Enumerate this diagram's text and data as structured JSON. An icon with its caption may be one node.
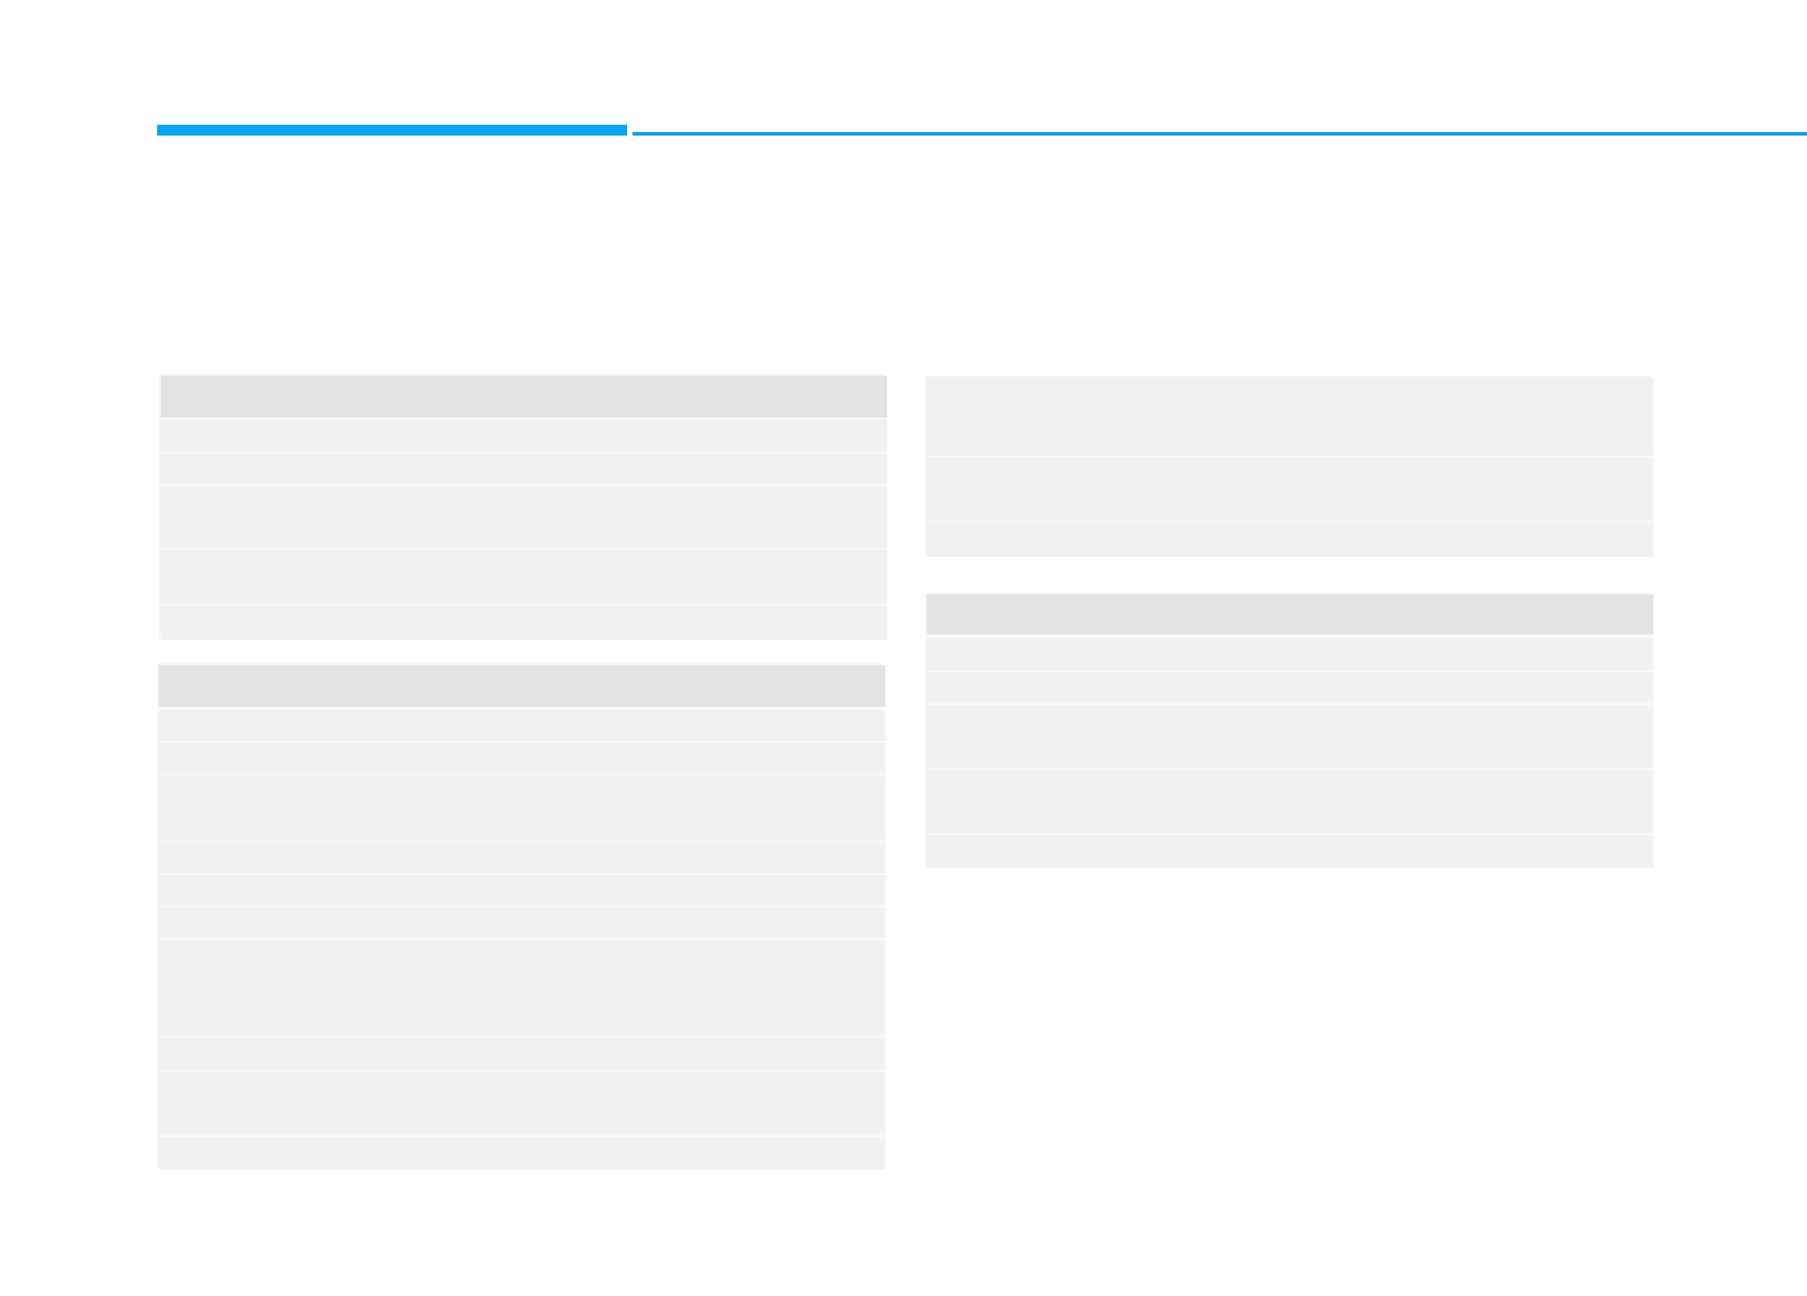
{
  "diagram": {
    "nodes": [
      {
        "text": [],
        "shape": "box"
      },
      {
        "text": [],
        "shape": "bar",
        "in": 0
      },
      {
        "text": [],
        "shape": "bar",
        "in": 0
      },
      {
        "text": [],
        "shape": "bar",
        "in": 0
      },
      {
        "text": [],
        "shape": "bar",
        "in": 0
      },
      {
        "text": [],
        "shape": "bar",
        "in": 0
      },
      {
        "text": [],
        "shape": "bar",
        "in": 0
      },
      {
        "text": [],
        "shape": "box"
      },
      {
        "text": [],
        "shape": "bar",
        "in": 7
      },
      {
        "text": [],
        "shape": "bar",
        "in": 7
      },
      {
        "text": [],
        "shape": "bar",
        "in": 7
      },
      {
        "text": [],
        "shape": "bar",
        "in": 7
      },
      {
        "text": [],
        "shape": "bar",
        "in": 7
      },
      {
        "text": [],
        "shape": "bar",
        "in": 7
      },
      {
        "text": [],
        "shape": "bar",
        "in": 7
      },
      {
        "text": [],
        "shape": "bar",
        "in": 7
      },
      {
        "text": [],
        "shape": "bar",
        "in": 7
      },
      {
        "text": [],
        "shape": "bar",
        "in": 7
      },
      {
        "text": [],
        "shape": "bar",
        "in": 7
      },
      {
        "text": [],
        "shape": "box"
      },
      {
        "text": [],
        "shape": "bar",
        "in": 19
      },
      {
        "text": [],
        "shape": "bar",
        "in": 19
      },
      {
        "text": [],
        "shape": "bar",
        "in": 19
      },
      {
        "text": [],
        "shape": "box"
      },
      {
        "text": [],
        "shape": "bar",
        "in": 23
      },
      {
        "text": [],
        "shape": "bar",
        "in": 23
      },
      {
        "text": [],
        "shape": "bar",
        "in": 23
      },
      {
        "text": [],
        "shape": "bar",
        "in": 23
      },
      {
        "text": [],
        "shape": "bar",
        "in": 23
      },
      {
        "text": [],
        "shape": "bar",
        "in": 23
      }
    ]
  }
}
